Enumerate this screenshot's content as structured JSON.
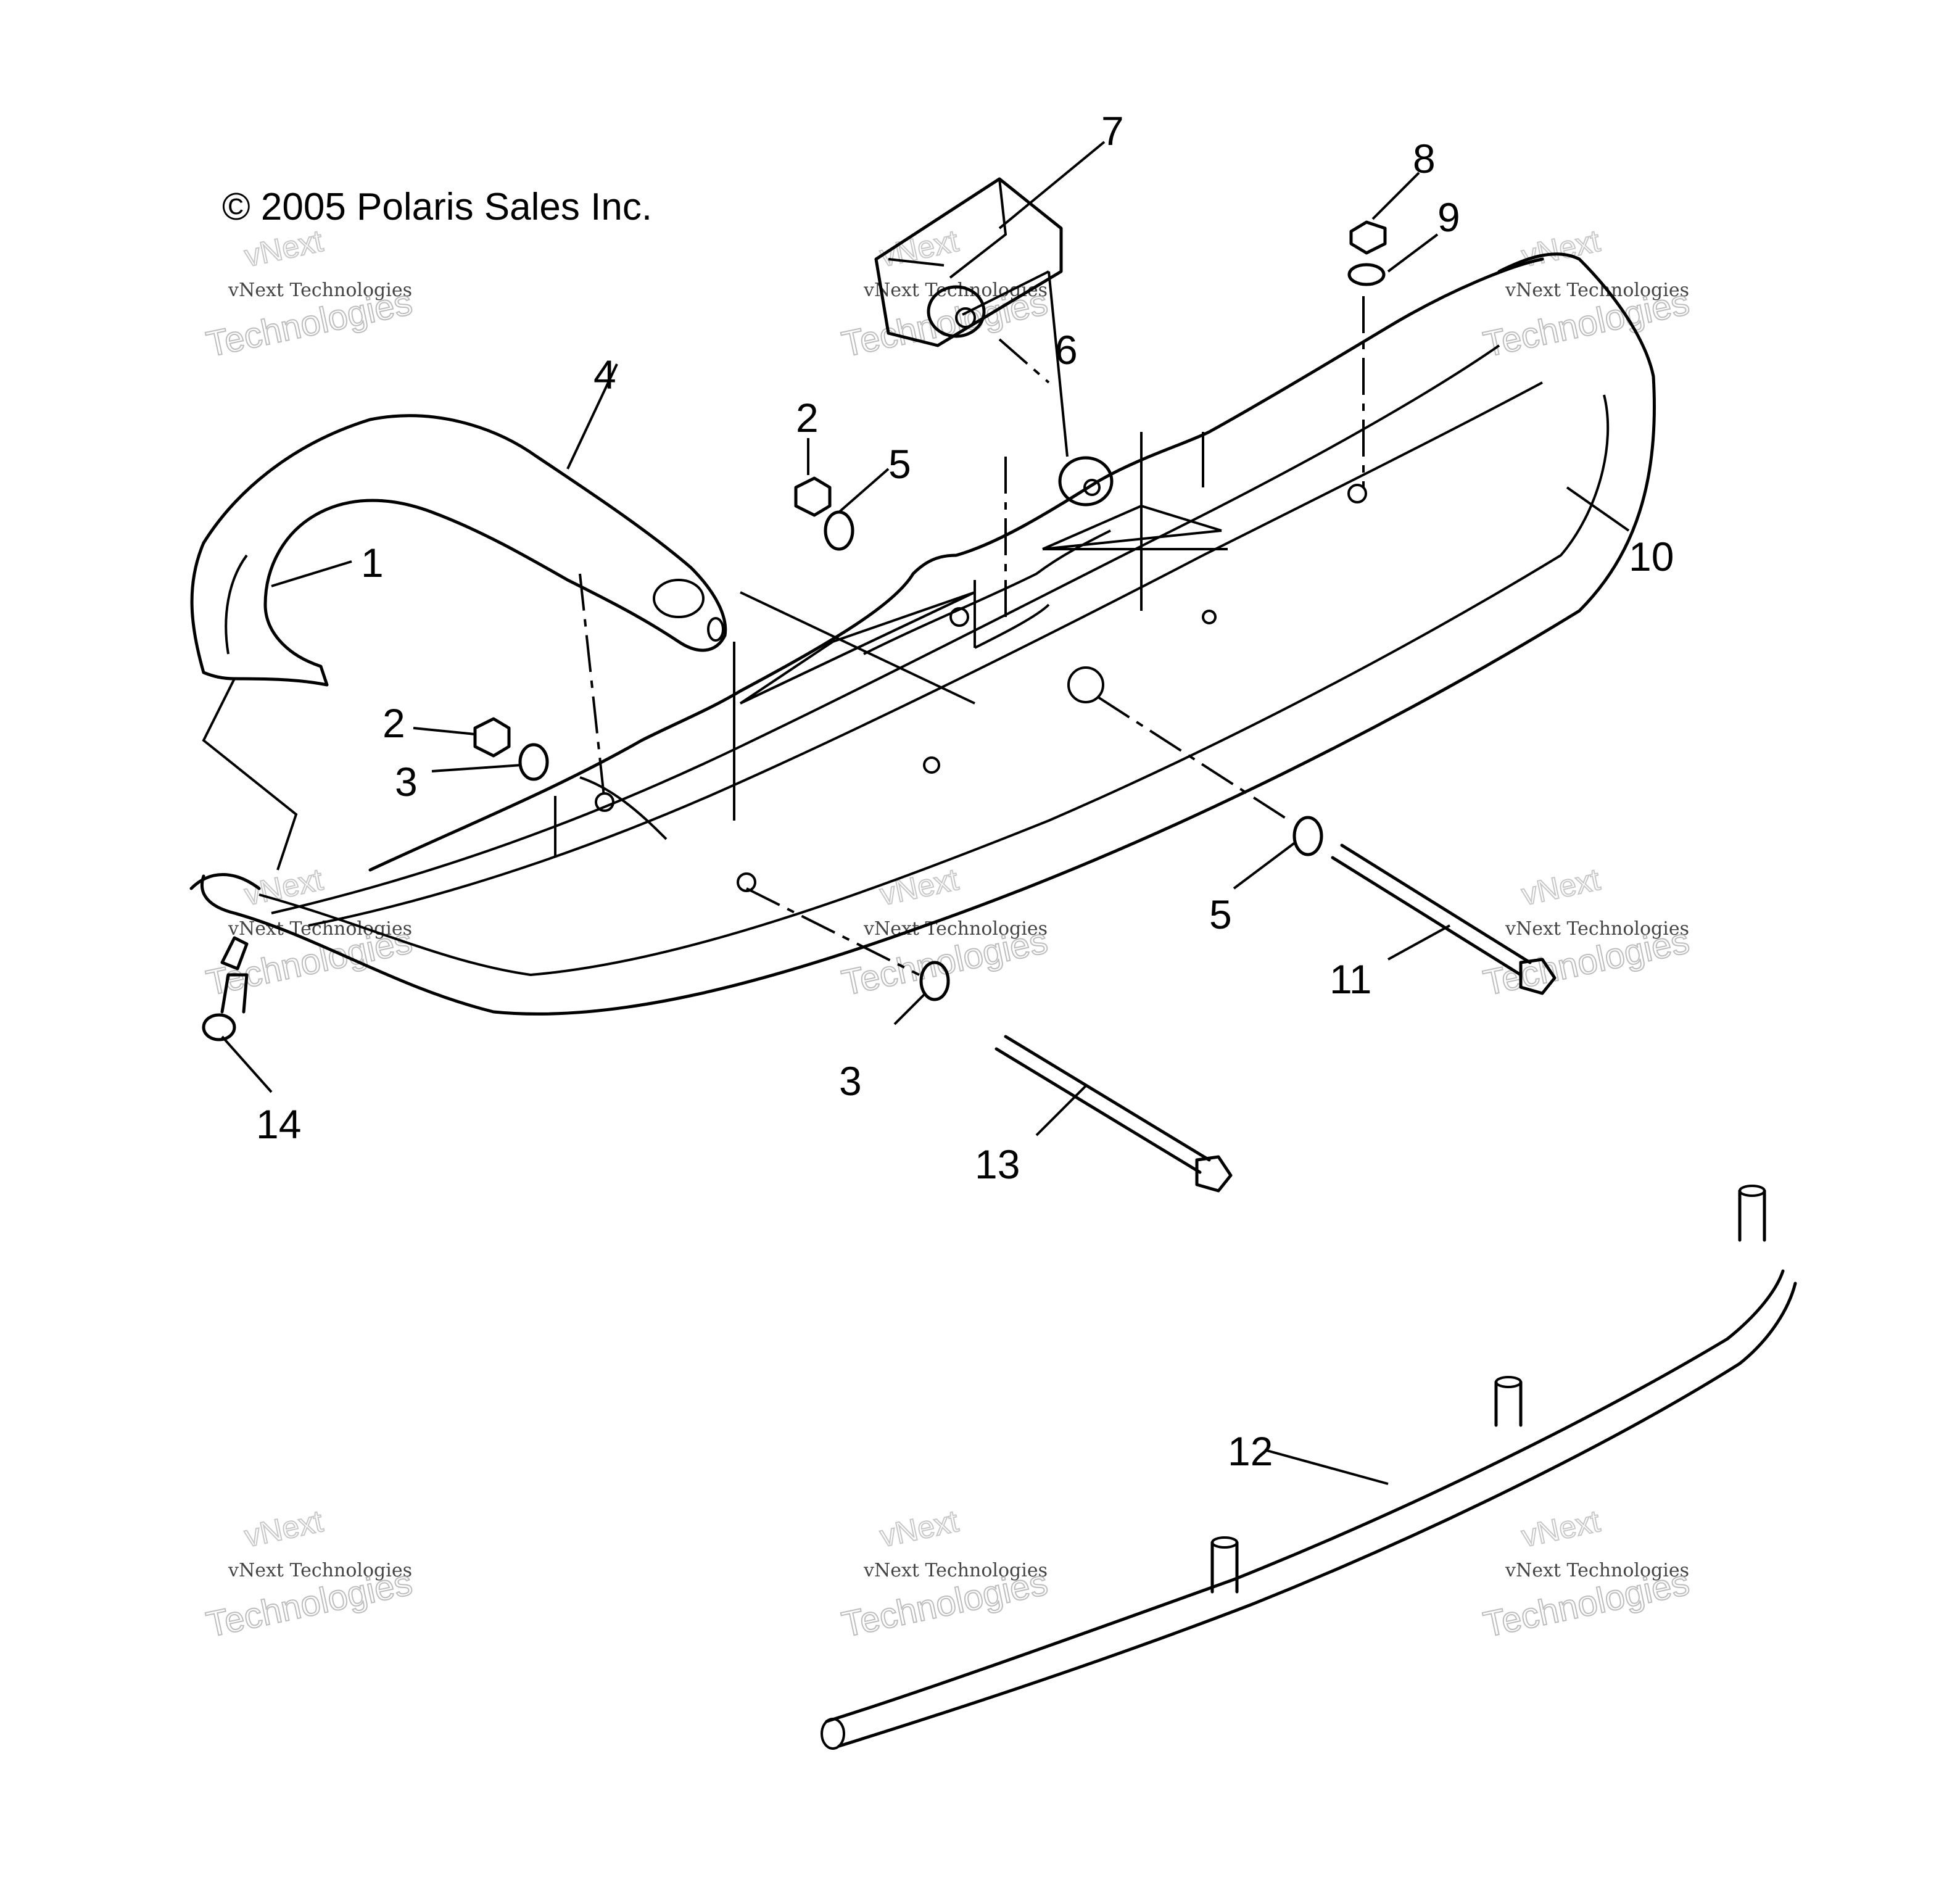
{
  "copyright": "© 2005 Polaris Sales Inc.",
  "watermark": {
    "line1": "vNext Technologies",
    "line2": "Technologies",
    "line3": "vNext"
  },
  "callouts": [
    "1",
    "2",
    "2",
    "3",
    "3",
    "4",
    "5",
    "5",
    "6",
    "7",
    "8",
    "9",
    "10",
    "11",
    "12",
    "13",
    "14"
  ]
}
